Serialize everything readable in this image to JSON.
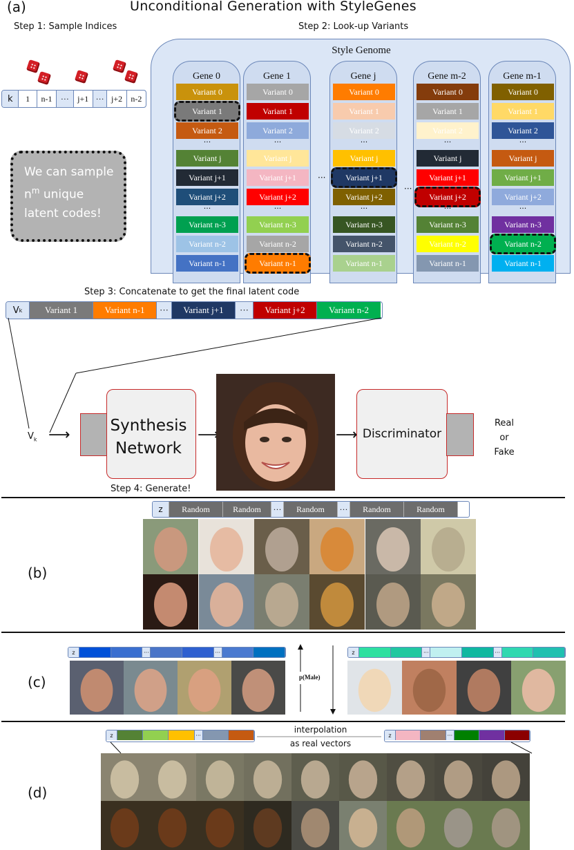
{
  "header": {
    "panel_label": "(a)",
    "title": "Unconditional  Generation with StyleGenes",
    "step1": "Step 1: Sample Indices",
    "step2": "Step 2: Look-up Variants"
  },
  "index_bar": [
    "k",
    "1",
    "n-1",
    "···",
    "j+1",
    "···",
    "j+2",
    "n-2"
  ],
  "note": {
    "line1": "We can sample",
    "line2_base": "n",
    "line2_sup": "m",
    "line2_rest": " unique",
    "line3": "latent codes!"
  },
  "genome": {
    "title": "Style Genome",
    "between_dots": "···",
    "genes": [
      {
        "title": "Gene 0",
        "variants": [
          {
            "label": "Variant 0",
            "color": "#c9920c",
            "text": "#fff"
          },
          {
            "label": "Variant 1",
            "color": "#7a7a7a",
            "text": "#fff",
            "selected": true
          },
          {
            "label": "Variant 2",
            "color": "#c55a11",
            "text": "#fff"
          },
          {
            "label": "···",
            "dots": true
          },
          {
            "label": "Variant j",
            "color": "#548235",
            "text": "#fff"
          },
          {
            "label": "Variant j+1",
            "color": "#222a35",
            "text": "#fff"
          },
          {
            "label": "Variant j+2",
            "color": "#1f4e79",
            "text": "#fff"
          },
          {
            "label": "···",
            "dots": true
          },
          {
            "label": "Variant n-3",
            "color": "#00a050",
            "text": "#fff"
          },
          {
            "label": "Variant n-2",
            "color": "#9dc3e6",
            "text": "#fff"
          },
          {
            "label": "Variant n-1",
            "color": "#4472c4",
            "text": "#fff"
          }
        ]
      },
      {
        "title": "Gene 1",
        "variants": [
          {
            "label": "Variant 0",
            "color": "#a6a6a6",
            "text": "#fff"
          },
          {
            "label": "Variant 1",
            "color": "#c00000",
            "text": "#fff"
          },
          {
            "label": "Variant 2",
            "color": "#8eaadb",
            "text": "#fff"
          },
          {
            "label": "···",
            "dots": true
          },
          {
            "label": "Variant j",
            "color": "#ffe699",
            "text": "#fff"
          },
          {
            "label": "Variant j+1",
            "color": "#f4b6c2",
            "text": "#fff"
          },
          {
            "label": "Variant j+2",
            "color": "#ff0000",
            "text": "#fff"
          },
          {
            "label": "···",
            "dots": true
          },
          {
            "label": "Variant n-3",
            "color": "#92d050",
            "text": "#fff"
          },
          {
            "label": "Variant n-2",
            "color": "#a6a6a6",
            "text": "#fff"
          },
          {
            "label": "Variant n-1",
            "color": "#ff7c00",
            "text": "#fff",
            "selected": true
          }
        ]
      },
      {
        "title": "Gene j",
        "variants": [
          {
            "label": "Variant 0",
            "color": "#ff7c00",
            "text": "#fff"
          },
          {
            "label": "Variant 1",
            "color": "#f8cbad",
            "text": "#fff"
          },
          {
            "label": "Variant 2",
            "color": "#d6dce4",
            "text": "#fff"
          },
          {
            "label": "···",
            "dots": true
          },
          {
            "label": "Variant j",
            "color": "#ffc000",
            "text": "#fff"
          },
          {
            "label": "Variant j+1",
            "color": "#1f3864",
            "text": "#fff",
            "selected": true
          },
          {
            "label": "Variant j+2",
            "color": "#7f6000",
            "text": "#fff"
          },
          {
            "label": "···",
            "dots": true
          },
          {
            "label": "Variant n-3",
            "color": "#375623",
            "text": "#fff"
          },
          {
            "label": "Variant n-2",
            "color": "#44546a",
            "text": "#fff"
          },
          {
            "label": "Variant n-1",
            "color": "#a9d18e",
            "text": "#fff"
          }
        ]
      },
      {
        "title": "Gene m-2",
        "variants": [
          {
            "label": "Variant 0",
            "color": "#843c0c",
            "text": "#fff"
          },
          {
            "label": "Variant 1",
            "color": "#a6a6a6",
            "text": "#fff"
          },
          {
            "label": "Variant 2",
            "color": "#fff2cc",
            "text": "#fff"
          },
          {
            "label": "···",
            "dots": true
          },
          {
            "label": "Variant j",
            "color": "#222a35",
            "text": "#fff"
          },
          {
            "label": "Variant j+1",
            "color": "#ff0000",
            "text": "#fff"
          },
          {
            "label": "Variant j+2",
            "color": "#c00000",
            "text": "#fff",
            "selected": true
          },
          {
            "label": "···",
            "dots": true
          },
          {
            "label": "Variant n-3",
            "color": "#548235",
            "text": "#fff"
          },
          {
            "label": "Variant n-2",
            "color": "#ffff00",
            "text": "#fff"
          },
          {
            "label": "Variant n-1",
            "color": "#8497b0",
            "text": "#fff"
          }
        ]
      },
      {
        "title": "Gene m-1",
        "variants": [
          {
            "label": "Variant 0",
            "color": "#806000",
            "text": "#fff"
          },
          {
            "label": "Variant 1",
            "color": "#ffd966",
            "text": "#fff"
          },
          {
            "label": "Variant 2",
            "color": "#2f5597",
            "text": "#fff"
          },
          {
            "label": "···",
            "dots": true
          },
          {
            "label": "Variant j",
            "color": "#c55a11",
            "text": "#fff"
          },
          {
            "label": "Variant j+1",
            "color": "#70ad47",
            "text": "#fff"
          },
          {
            "label": "Variant j+2",
            "color": "#8faadc",
            "text": "#fff"
          },
          {
            "label": "···",
            "dots": true
          },
          {
            "label": "Variant n-3",
            "color": "#7030a0",
            "text": "#fff"
          },
          {
            "label": "Variant n-2",
            "color": "#00b050",
            "text": "#fff",
            "selected": true
          },
          {
            "label": "Variant n-1",
            "color": "#00b0f0",
            "text": "#fff"
          }
        ]
      }
    ]
  },
  "step3": {
    "label": "Step 3: Concatenate to get the final latent code",
    "vk_base": "V",
    "vk_sub": "k",
    "cells": [
      {
        "label": "Variant 1",
        "color": "#7a7a7a",
        "w": 92
      },
      {
        "label": "Variant n-1",
        "color": "#ff7c00",
        "w": 92
      },
      {
        "label": "···",
        "color": "#dbe6f6",
        "w": 22,
        "dots": true
      },
      {
        "label": "Variant j+1",
        "color": "#1f3864",
        "w": 92
      },
      {
        "label": "···",
        "color": "#dbe6f6",
        "w": 26,
        "dots": true
      },
      {
        "label": "Variant j+2",
        "color": "#c00000",
        "w": 92
      },
      {
        "label": "Variant n-2",
        "color": "#00b050",
        "w": 92
      }
    ]
  },
  "step4": {
    "synth_line1": "Synthesis",
    "synth_line2": "Network",
    "discriminator": "Discriminator",
    "vk_base": "V",
    "vk_sub": "k",
    "real": "Real",
    "or": "or",
    "fake": "Fake",
    "label": "Step 4: Generate!"
  },
  "panel_b": {
    "label": "(b)",
    "z": "z",
    "cells": [
      "Random",
      "Random",
      "···",
      "Random",
      "···",
      "Random",
      "Random"
    ]
  },
  "panel_c": {
    "label": "(c)",
    "z": "z",
    "pmale": "p(Male)",
    "left_colors": [
      "#0050d8",
      "#3a6fd0",
      "#4a75c8",
      "#2e60d0",
      "#4a7ad0",
      "#0070c0"
    ],
    "right_colors": [
      "#2ee0a0",
      "#20c8a0",
      "#c0f0f0",
      "#10b8a0",
      "#30d8b0",
      "#20c0b0"
    ]
  },
  "panel_d": {
    "label": "(d)",
    "z": "z",
    "interp_line1": "interpolation",
    "interp_line2": "as real vectors",
    "left_colors": [
      "#548235",
      "#92d050",
      "#ffc000",
      "#8497b0",
      "#c55a11"
    ],
    "right_colors": [
      "#f4b6c2",
      "#a08070",
      "#008000",
      "#7030a0",
      "#8b0000"
    ]
  }
}
